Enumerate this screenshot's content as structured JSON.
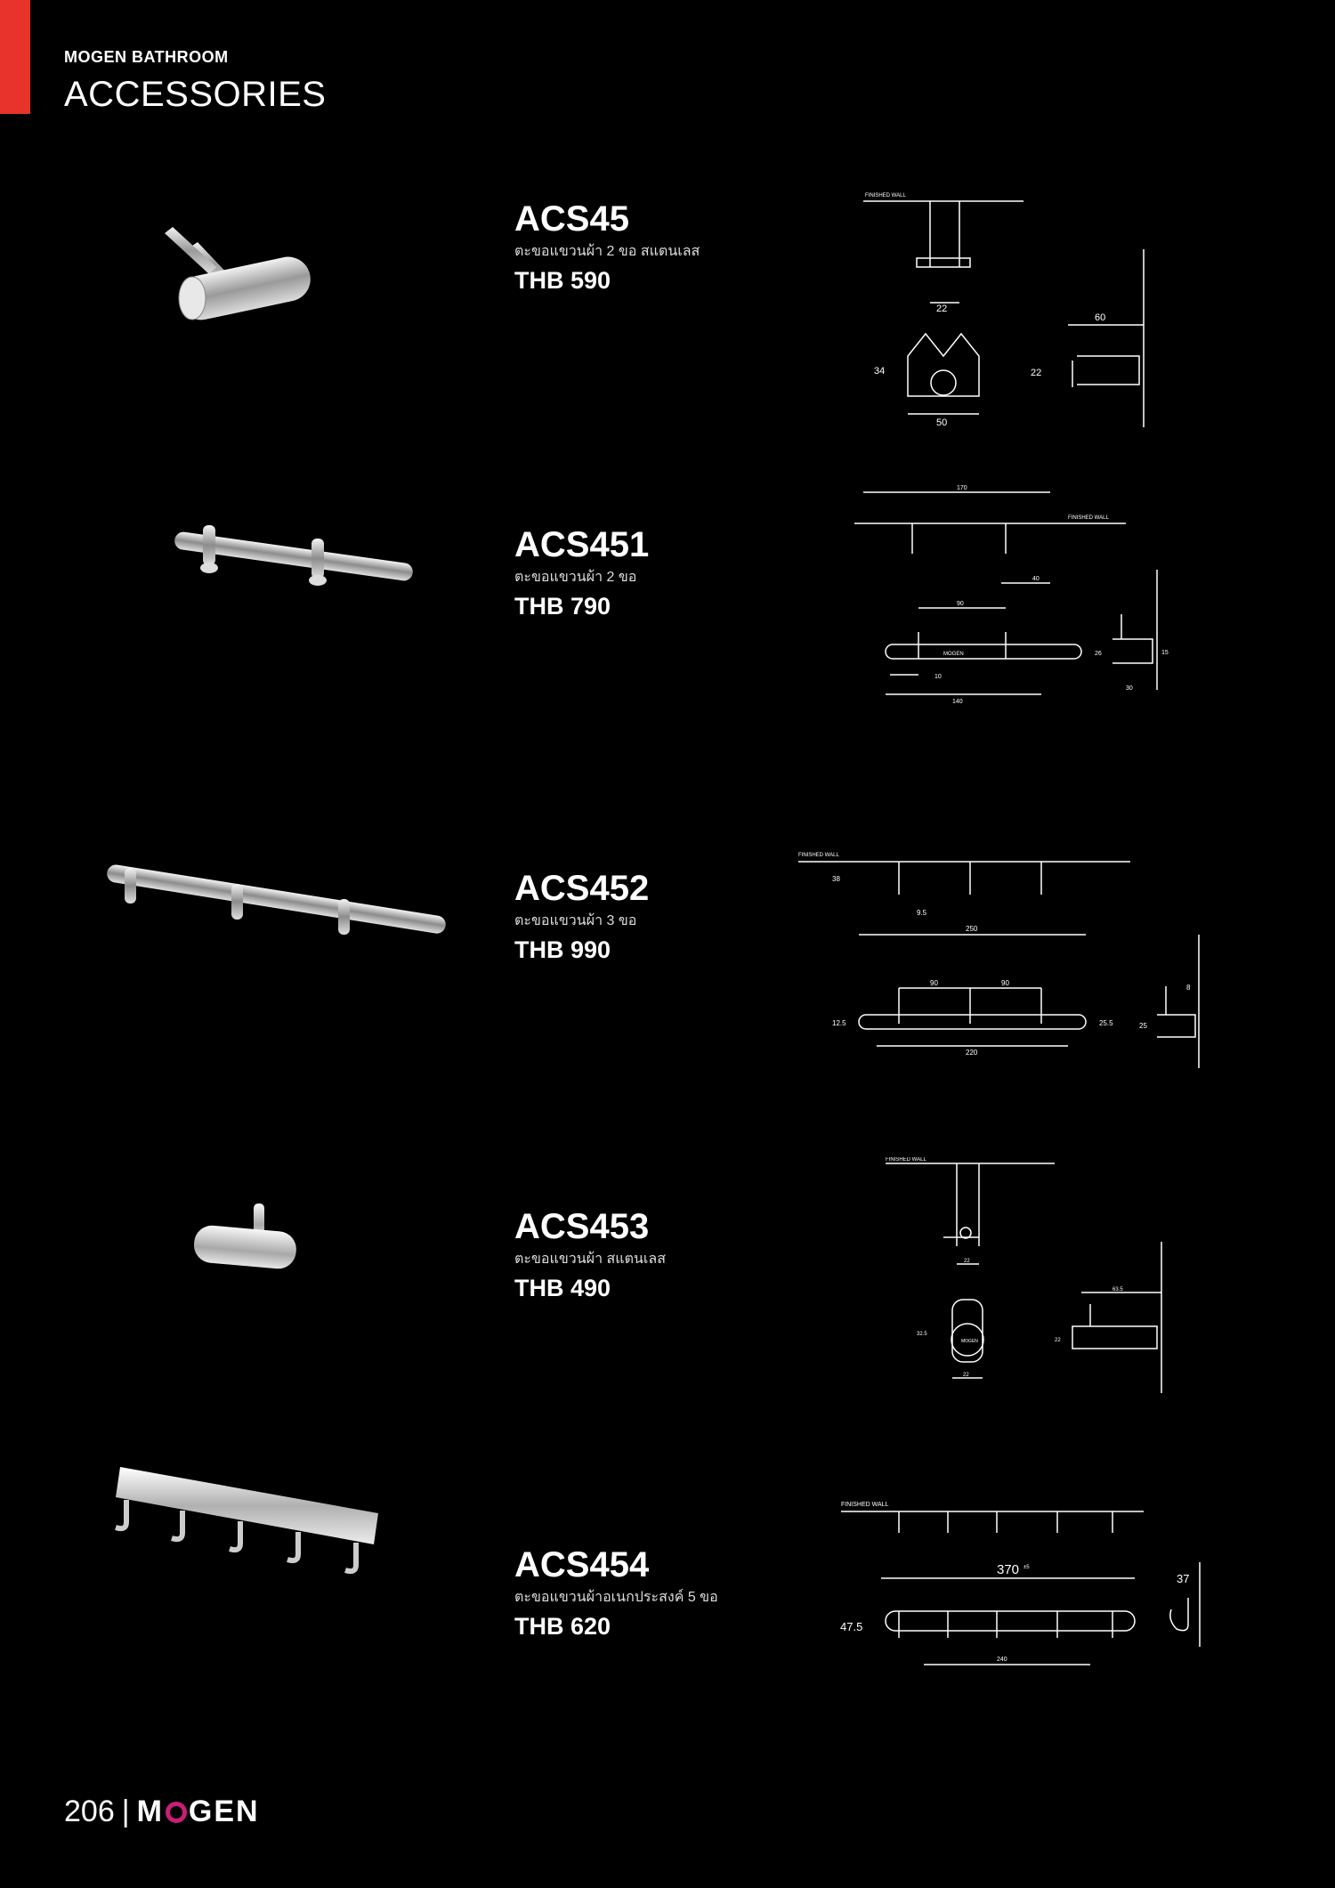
{
  "header": {
    "kicker": "MOGEN BATHROOM",
    "title": "ACCESSORIES"
  },
  "products": [
    {
      "code": "ACS45",
      "desc": "ตะขอแขวนผ้า 2 ขอ สแตนเลส",
      "price": "THB 590",
      "dims": {
        "wall": "FINISHED WALL",
        "a": "22",
        "b": "60",
        "c": "34",
        "d": "50",
        "e": "22"
      }
    },
    {
      "code": "ACS451",
      "desc": "ตะขอแขวนผ้า 2 ขอ",
      "price": "THB 790",
      "dims": {
        "wall": "FINISHED WALL",
        "a": "170",
        "b": "40",
        "c": "90",
        "d": "10",
        "e": "140",
        "f": "26",
        "g": "15",
        "h": "30",
        "i": "MOGEN"
      }
    },
    {
      "code": "ACS452",
      "desc": "ตะขอแขวนผ้า 3 ขอ",
      "price": "THB 990",
      "dims": {
        "wall": "FINISHED WALL",
        "a": "38",
        "b": "9.5",
        "c": "250",
        "d": "90",
        "e": "90",
        "f": "12.5",
        "g": "220",
        "h": "25.5",
        "i": "25",
        "j": "8"
      }
    },
    {
      "code": "ACS453",
      "desc": "ตะขอแขวนผ้า สแตนเลส",
      "price": "THB 490",
      "dims": {
        "wall": "FINISHED WALL",
        "a": "22",
        "b": "32.5",
        "c": "22",
        "d": "22",
        "e": "63.5",
        "f": "MOGEN"
      }
    },
    {
      "code": "ACS454",
      "desc": "ตะขอแขวนผ้าอเนกประสงค์ 5 ขอ",
      "price": "THB 620",
      "dims": {
        "wall": "FINISHED WALL",
        "a": "370",
        "b": "47.5",
        "c": "240",
        "d": "37",
        "tol": "±5"
      }
    }
  ],
  "footer": {
    "page": "206",
    "sep": "|",
    "brand_m": "M",
    "brand_rest": "GEN"
  }
}
